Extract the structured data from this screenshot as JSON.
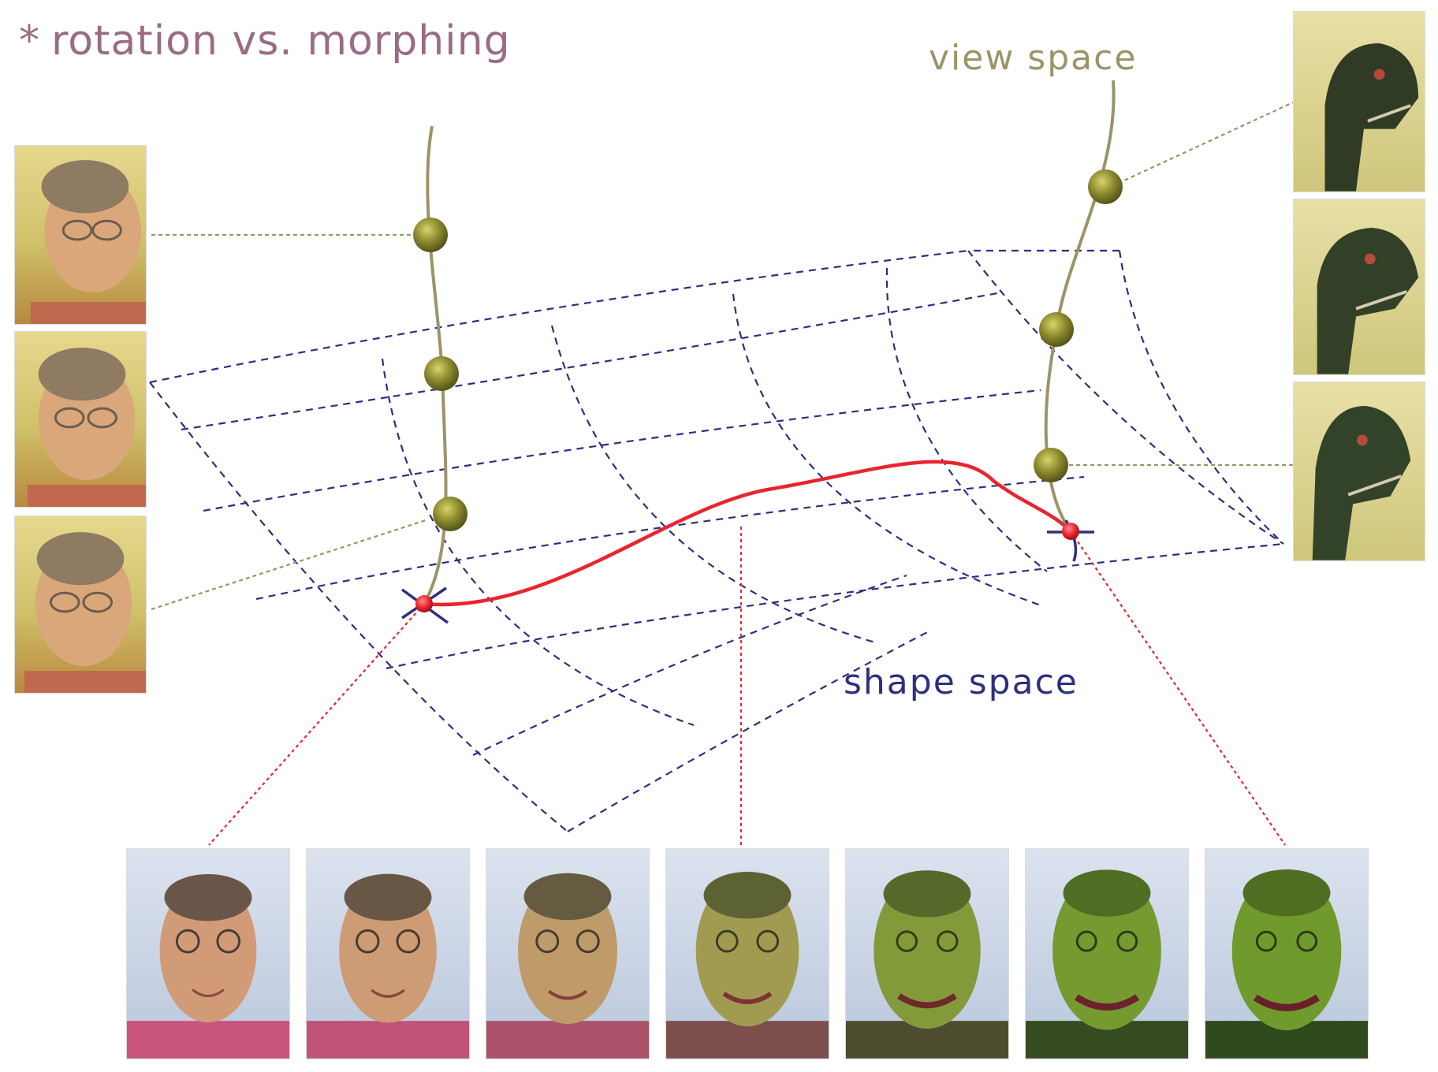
{
  "title": {
    "bullet": "*",
    "text": "rotation vs. morphing"
  },
  "labels": {
    "view_space": "view space",
    "shape_space": "shape space"
  },
  "colors": {
    "title": "#9a6b85",
    "view_space": "#9b9468",
    "shape_space": "#2d2f80",
    "grid": "#2d2f80",
    "view_curve": "#9b9468",
    "view_nodes": "#8c8a2e",
    "morph_path": "#e8252f"
  },
  "left_views": [
    {
      "name": "person-view-1"
    },
    {
      "name": "person-view-2"
    },
    {
      "name": "person-view-3"
    }
  ],
  "right_views": [
    {
      "name": "dino-view-1"
    },
    {
      "name": "dino-view-2"
    },
    {
      "name": "dino-view-3"
    }
  ],
  "morph_sequence": [
    {
      "name": "morph-frame-1",
      "blend": 0.0
    },
    {
      "name": "morph-frame-2",
      "blend": 0.05
    },
    {
      "name": "morph-frame-3",
      "blend": 0.2
    },
    {
      "name": "morph-frame-4",
      "blend": 0.5
    },
    {
      "name": "morph-frame-5",
      "blend": 0.8
    },
    {
      "name": "morph-frame-6",
      "blend": 0.95
    },
    {
      "name": "morph-frame-7",
      "blend": 1.0
    }
  ]
}
